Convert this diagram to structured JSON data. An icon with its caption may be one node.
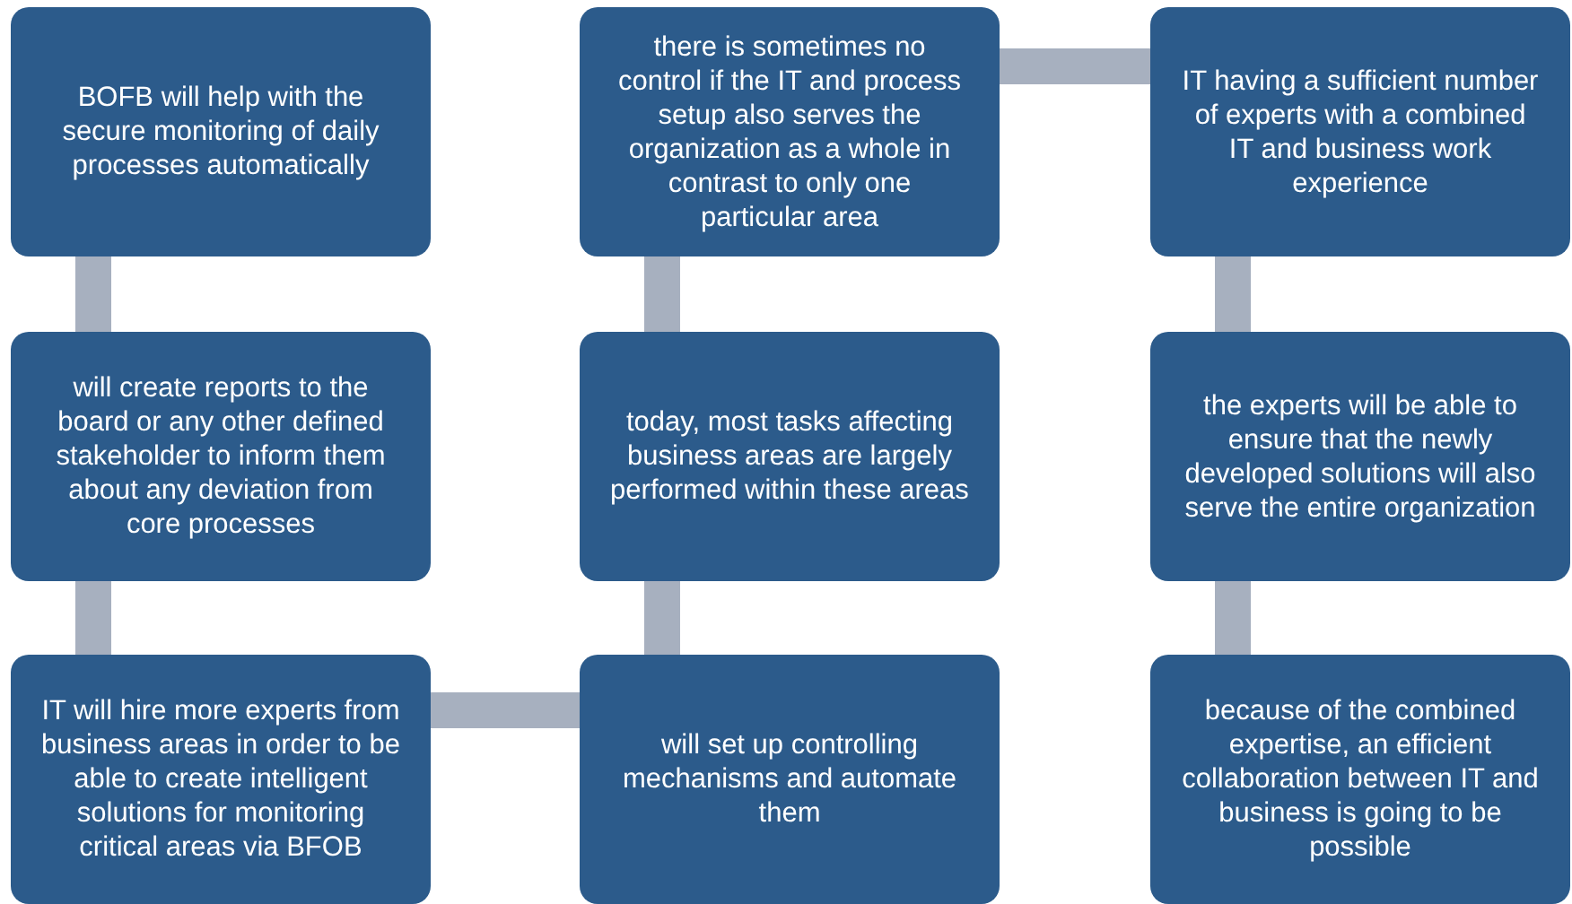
{
  "diagram": {
    "nodes": [
      {
        "text": [
          "BOFB will help with the secure monitoring of daily processes automatically"
        ]
      },
      {
        "text": [
          "there is sometimes no control if the IT and process setup also serves the organization as a whole in contrast to only one particular area"
        ]
      },
      {
        "text": [
          "IT having a sufficient number of experts with a combined IT and business work experience"
        ]
      },
      {
        "text": [
          "will create reports to the board or any other defined stakeholder to inform them about any deviation from core processes"
        ]
      },
      {
        "text": [
          "today, most tasks affecting business areas are largely performed within these areas"
        ]
      },
      {
        "text": [
          "the experts will be able to ensure that the newly developed solutions will also serve the entire organization"
        ]
      },
      {
        "text": [
          "IT will hire more experts from business areas in order to be able to create intelligent solutions for monitoring critical areas via BFOB"
        ]
      },
      {
        "text": [
          "will set up controlling mechanisms and automate them"
        ]
      },
      {
        "text": [
          "because of the combined expertise, an efficient collaboration between IT and business is going to be possible"
        ]
      }
    ],
    "edges": [
      {
        "from": 0,
        "to": 3,
        "arrow": "none"
      },
      {
        "from": 3,
        "to": 6,
        "arrow": "none"
      },
      {
        "from": 6,
        "to": 7,
        "arrow": "none"
      },
      {
        "from": 7,
        "to": 4,
        "arrow": "none"
      },
      {
        "from": 4,
        "to": 1,
        "arrow": "none"
      },
      {
        "from": 1,
        "to": 2,
        "arrow": "none"
      },
      {
        "from": 2,
        "to": 5,
        "arrow": "none"
      },
      {
        "from": 5,
        "to": 8,
        "arrow": "none"
      }
    ]
  }
}
